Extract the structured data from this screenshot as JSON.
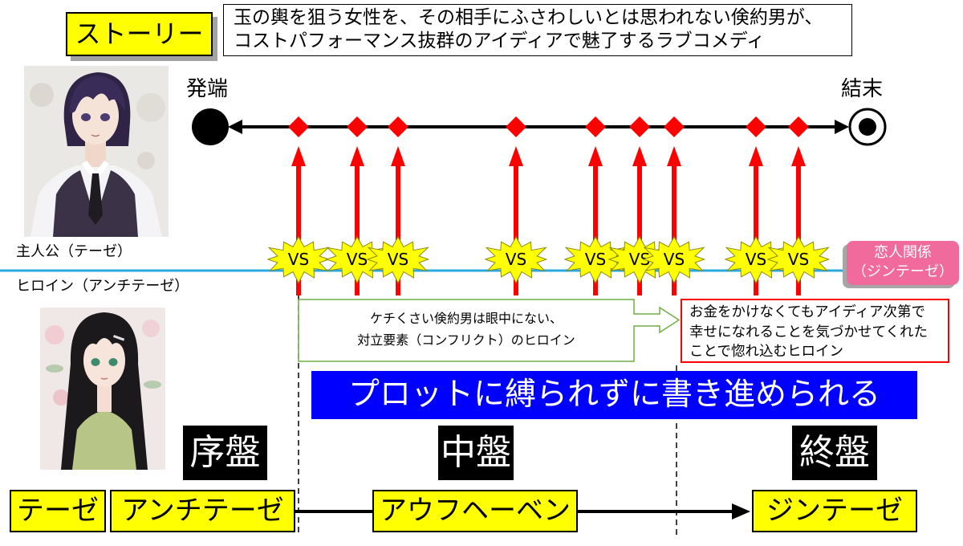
{
  "story": {
    "label": "ストーリー",
    "synopsis": [
      "玉の輿を狙う女性を、その相手にふさわしいとは思われない倹約男が、",
      "コストパフォーマンス抜群のアイディアで魅了するラブコメディ"
    ]
  },
  "timeline": {
    "start_label": "発端",
    "end_label": "結末",
    "conflicts": [
      "VS",
      "VS",
      "VS",
      "VS",
      "VS",
      "VS",
      "VS",
      "VS",
      "VS"
    ]
  },
  "characters": {
    "protagonist_label": "主人公（テーゼ）",
    "heroine_label": "ヒロイン（アンチテーゼ）"
  },
  "relationship": {
    "title": "恋人関係",
    "subtitle": "（ジンテーゼ）"
  },
  "heroine_notes": {
    "before": [
      "ケチくさい倹約男は眼中にない、",
      "対立要素（コンフリクト）のヒロイン"
    ],
    "after": [
      "お金をかけなくてもアイディア次第で",
      "幸せになれることを気づかせてくれた",
      "ことで惚れ込むヒロイン"
    ]
  },
  "banner": "プロットに縛られずに書き進められる",
  "phases": [
    "序盤",
    "中盤",
    "終盤"
  ],
  "stages": [
    "テーゼ",
    "アンチテーゼ",
    "アウフヘーベン",
    "ジンテーゼ"
  ],
  "colors": {
    "highlight": "#ffff00",
    "event": "#ff0000",
    "character_line": "#29a8e0",
    "banner": "#0000ff",
    "relationship": "#f06a9b",
    "callout_before": "#70ad47",
    "callout_after": "#ff0000"
  }
}
